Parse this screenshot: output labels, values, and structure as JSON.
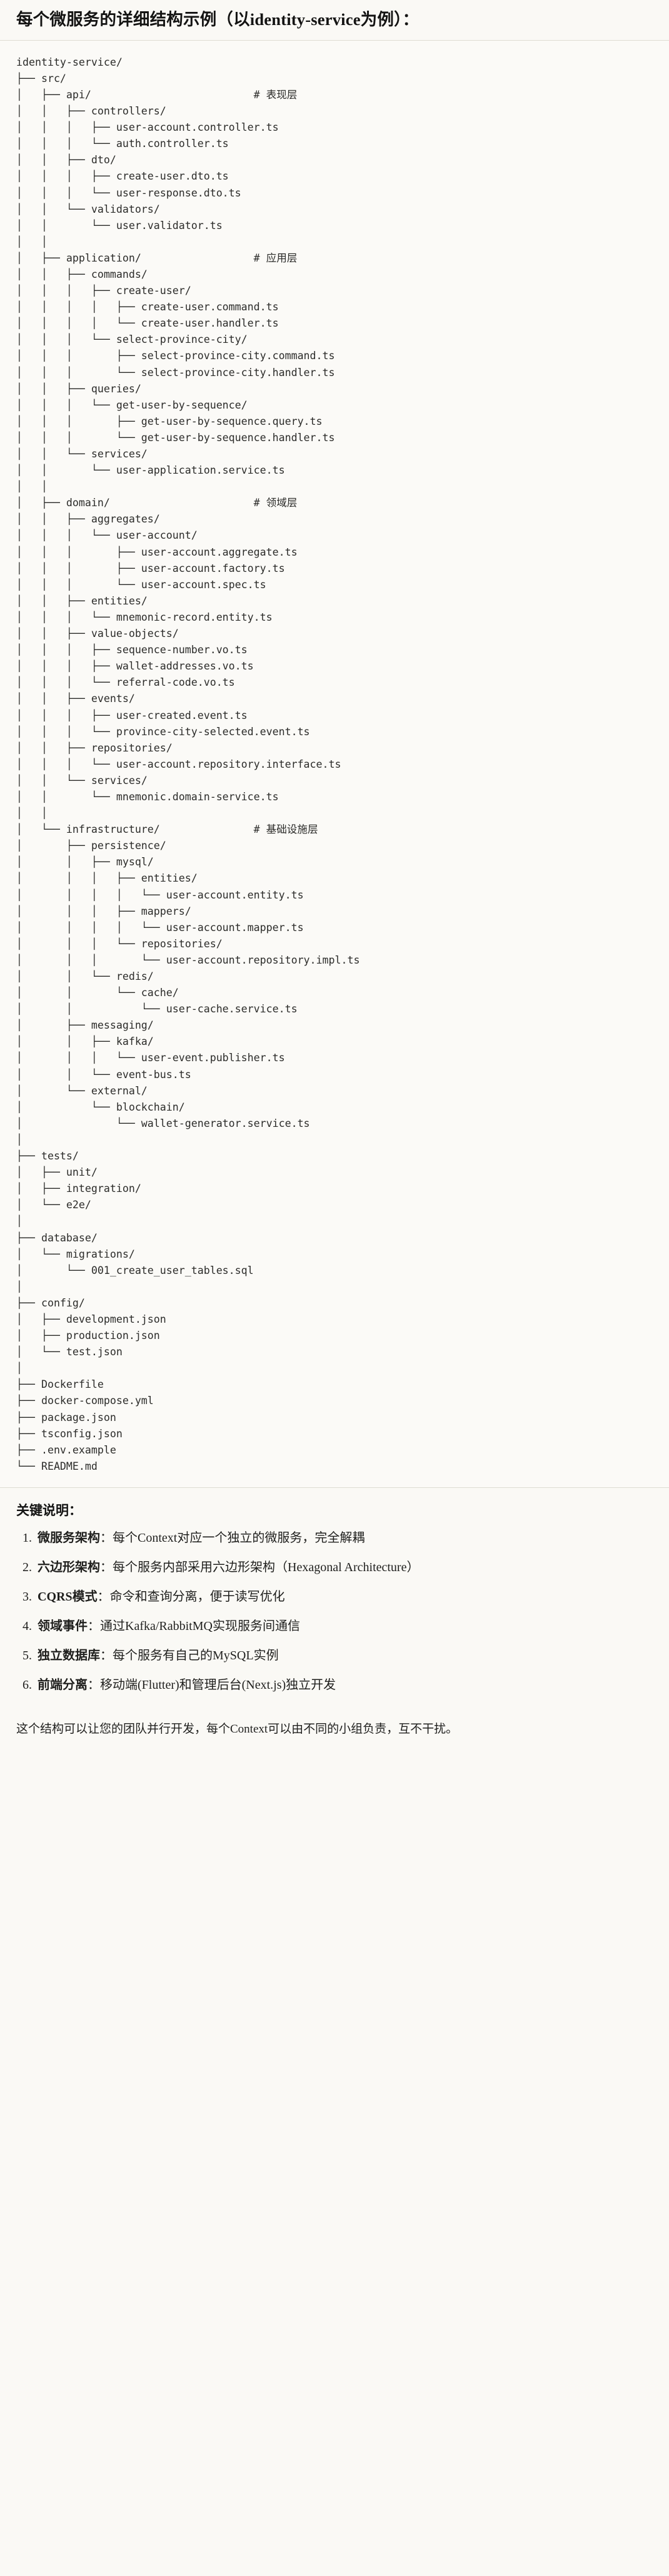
{
  "heading": {
    "title": "每个微服务的详细结构示例（以identity-service为例）："
  },
  "tree": {
    "root": "identity-service/",
    "comments": {
      "api": "# 表现层",
      "application": "# 应用层",
      "domain": "# 领域层",
      "infrastructure": "# 基础设施层"
    },
    "text": "identity-service/\n├── src/\n│   ├── api/                          # 表现层\n│   │   ├── controllers/\n│   │   │   ├── user-account.controller.ts\n│   │   │   └── auth.controller.ts\n│   │   ├── dto/\n│   │   │   ├── create-user.dto.ts\n│   │   │   └── user-response.dto.ts\n│   │   └── validators/\n│   │       └── user.validator.ts\n│   │\n│   ├── application/                  # 应用层\n│   │   ├── commands/\n│   │   │   ├── create-user/\n│   │   │   │   ├── create-user.command.ts\n│   │   │   │   └── create-user.handler.ts\n│   │   │   └── select-province-city/\n│   │   │       ├── select-province-city.command.ts\n│   │   │       └── select-province-city.handler.ts\n│   │   ├── queries/\n│   │   │   └── get-user-by-sequence/\n│   │   │       ├── get-user-by-sequence.query.ts\n│   │   │       └── get-user-by-sequence.handler.ts\n│   │   └── services/\n│   │       └── user-application.service.ts\n│   │\n│   ├── domain/                       # 领域层\n│   │   ├── aggregates/\n│   │   │   └── user-account/\n│   │   │       ├── user-account.aggregate.ts\n│   │   │       ├── user-account.factory.ts\n│   │   │       └── user-account.spec.ts\n│   │   ├── entities/\n│   │   │   └── mnemonic-record.entity.ts\n│   │   ├── value-objects/\n│   │   │   ├── sequence-number.vo.ts\n│   │   │   ├── wallet-addresses.vo.ts\n│   │   │   └── referral-code.vo.ts\n│   │   ├── events/\n│   │   │   ├── user-created.event.ts\n│   │   │   └── province-city-selected.event.ts\n│   │   ├── repositories/\n│   │   │   └── user-account.repository.interface.ts\n│   │   └── services/\n│   │       └── mnemonic.domain-service.ts\n│   │\n│   └── infrastructure/               # 基础设施层\n│       ├── persistence/\n│       │   ├── mysql/\n│       │   │   ├── entities/\n│       │   │   │   └── user-account.entity.ts\n│       │   │   ├── mappers/\n│       │   │   │   └── user-account.mapper.ts\n│       │   │   └── repositories/\n│       │   │       └── user-account.repository.impl.ts\n│       │   └── redis/\n│       │       └── cache/\n│       │           └── user-cache.service.ts\n│       ├── messaging/\n│       │   ├── kafka/\n│       │   │   └── user-event.publisher.ts\n│       │   └── event-bus.ts\n│       └── external/\n│           └── blockchain/\n│               └── wallet-generator.service.ts\n│\n├── tests/\n│   ├── unit/\n│   ├── integration/\n│   └── e2e/\n│\n├── database/\n│   └── migrations/\n│       └── 001_create_user_tables.sql\n│\n├── config/\n│   ├── development.json\n│   ├── production.json\n│   └── test.json\n│\n├── Dockerfile\n├── docker-compose.yml\n├── package.json\n├── tsconfig.json\n├── .env.example\n└── README.md"
  },
  "notes": {
    "title": "关键说明：",
    "items": [
      {
        "term": "微服务架构",
        "sep": "：",
        "desc": "每个Context对应一个独立的微服务，完全解耦"
      },
      {
        "term": "六边形架构",
        "sep": "：",
        "desc": "每个服务内部采用六边形架构（Hexagonal Architecture）"
      },
      {
        "term": "CQRS模式",
        "sep": "：",
        "desc": "命令和查询分离，便于读写优化"
      },
      {
        "term": "领域事件",
        "sep": "：",
        "desc": "通过Kafka/RabbitMQ实现服务间通信"
      },
      {
        "term": "独立数据库",
        "sep": "：",
        "desc": "每个服务有自己的MySQL实例"
      },
      {
        "term": "前端分离",
        "sep": "：",
        "desc": "移动端(Flutter)和管理后台(Next.js)独立开发"
      }
    ],
    "closing": "这个结构可以让您的团队并行开发，每个Context可以由不同的小组负责，互不干扰。"
  },
  "colors": {
    "page_background": "#faf9f5",
    "code_background": "#fbfaf7",
    "text": "#1a1a18",
    "code_text": "#2b2b29",
    "rule": "#dedcd3"
  }
}
